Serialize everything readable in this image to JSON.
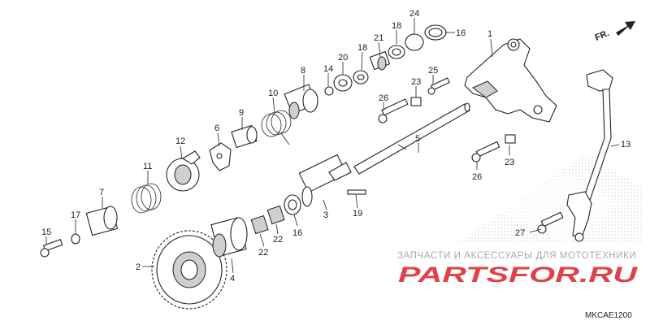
{
  "diagram": {
    "code": "MKCAE1200",
    "direction_label": "FR.",
    "callouts": [
      {
        "id": "c1",
        "text": "1"
      },
      {
        "id": "c2",
        "text": "2"
      },
      {
        "id": "c3",
        "text": "3"
      },
      {
        "id": "c4",
        "text": "4"
      },
      {
        "id": "c5",
        "text": "5"
      },
      {
        "id": "c6",
        "text": "6"
      },
      {
        "id": "c7",
        "text": "7"
      },
      {
        "id": "c8",
        "text": "8"
      },
      {
        "id": "c9",
        "text": "9"
      },
      {
        "id": "c10",
        "text": "10"
      },
      {
        "id": "c11",
        "text": "11"
      },
      {
        "id": "c12",
        "text": "12"
      },
      {
        "id": "c13",
        "text": "13"
      },
      {
        "id": "c14",
        "text": "14"
      },
      {
        "id": "c15",
        "text": "15"
      },
      {
        "id": "c16a",
        "text": "16"
      },
      {
        "id": "c16b",
        "text": "16"
      },
      {
        "id": "c17",
        "text": "17"
      },
      {
        "id": "c18a",
        "text": "18"
      },
      {
        "id": "c18b",
        "text": "18"
      },
      {
        "id": "c19",
        "text": "19"
      },
      {
        "id": "c20",
        "text": "20"
      },
      {
        "id": "c21",
        "text": "21"
      },
      {
        "id": "c22a",
        "text": "22"
      },
      {
        "id": "c22b",
        "text": "22"
      },
      {
        "id": "c23a",
        "text": "23"
      },
      {
        "id": "c23b",
        "text": "23"
      },
      {
        "id": "c24",
        "text": "24"
      },
      {
        "id": "c25",
        "text": "25"
      },
      {
        "id": "c26a",
        "text": "26"
      },
      {
        "id": "c26b",
        "text": "26"
      },
      {
        "id": "c27",
        "text": "27"
      }
    ]
  },
  "watermark": {
    "line1": "ЗАПЧАСТИ И АКСЕССУАРЫ ДЛЯ МОТОТЕХНИКИ",
    "line2": "PARTSFOR.RU",
    "color": "#e0424a"
  }
}
